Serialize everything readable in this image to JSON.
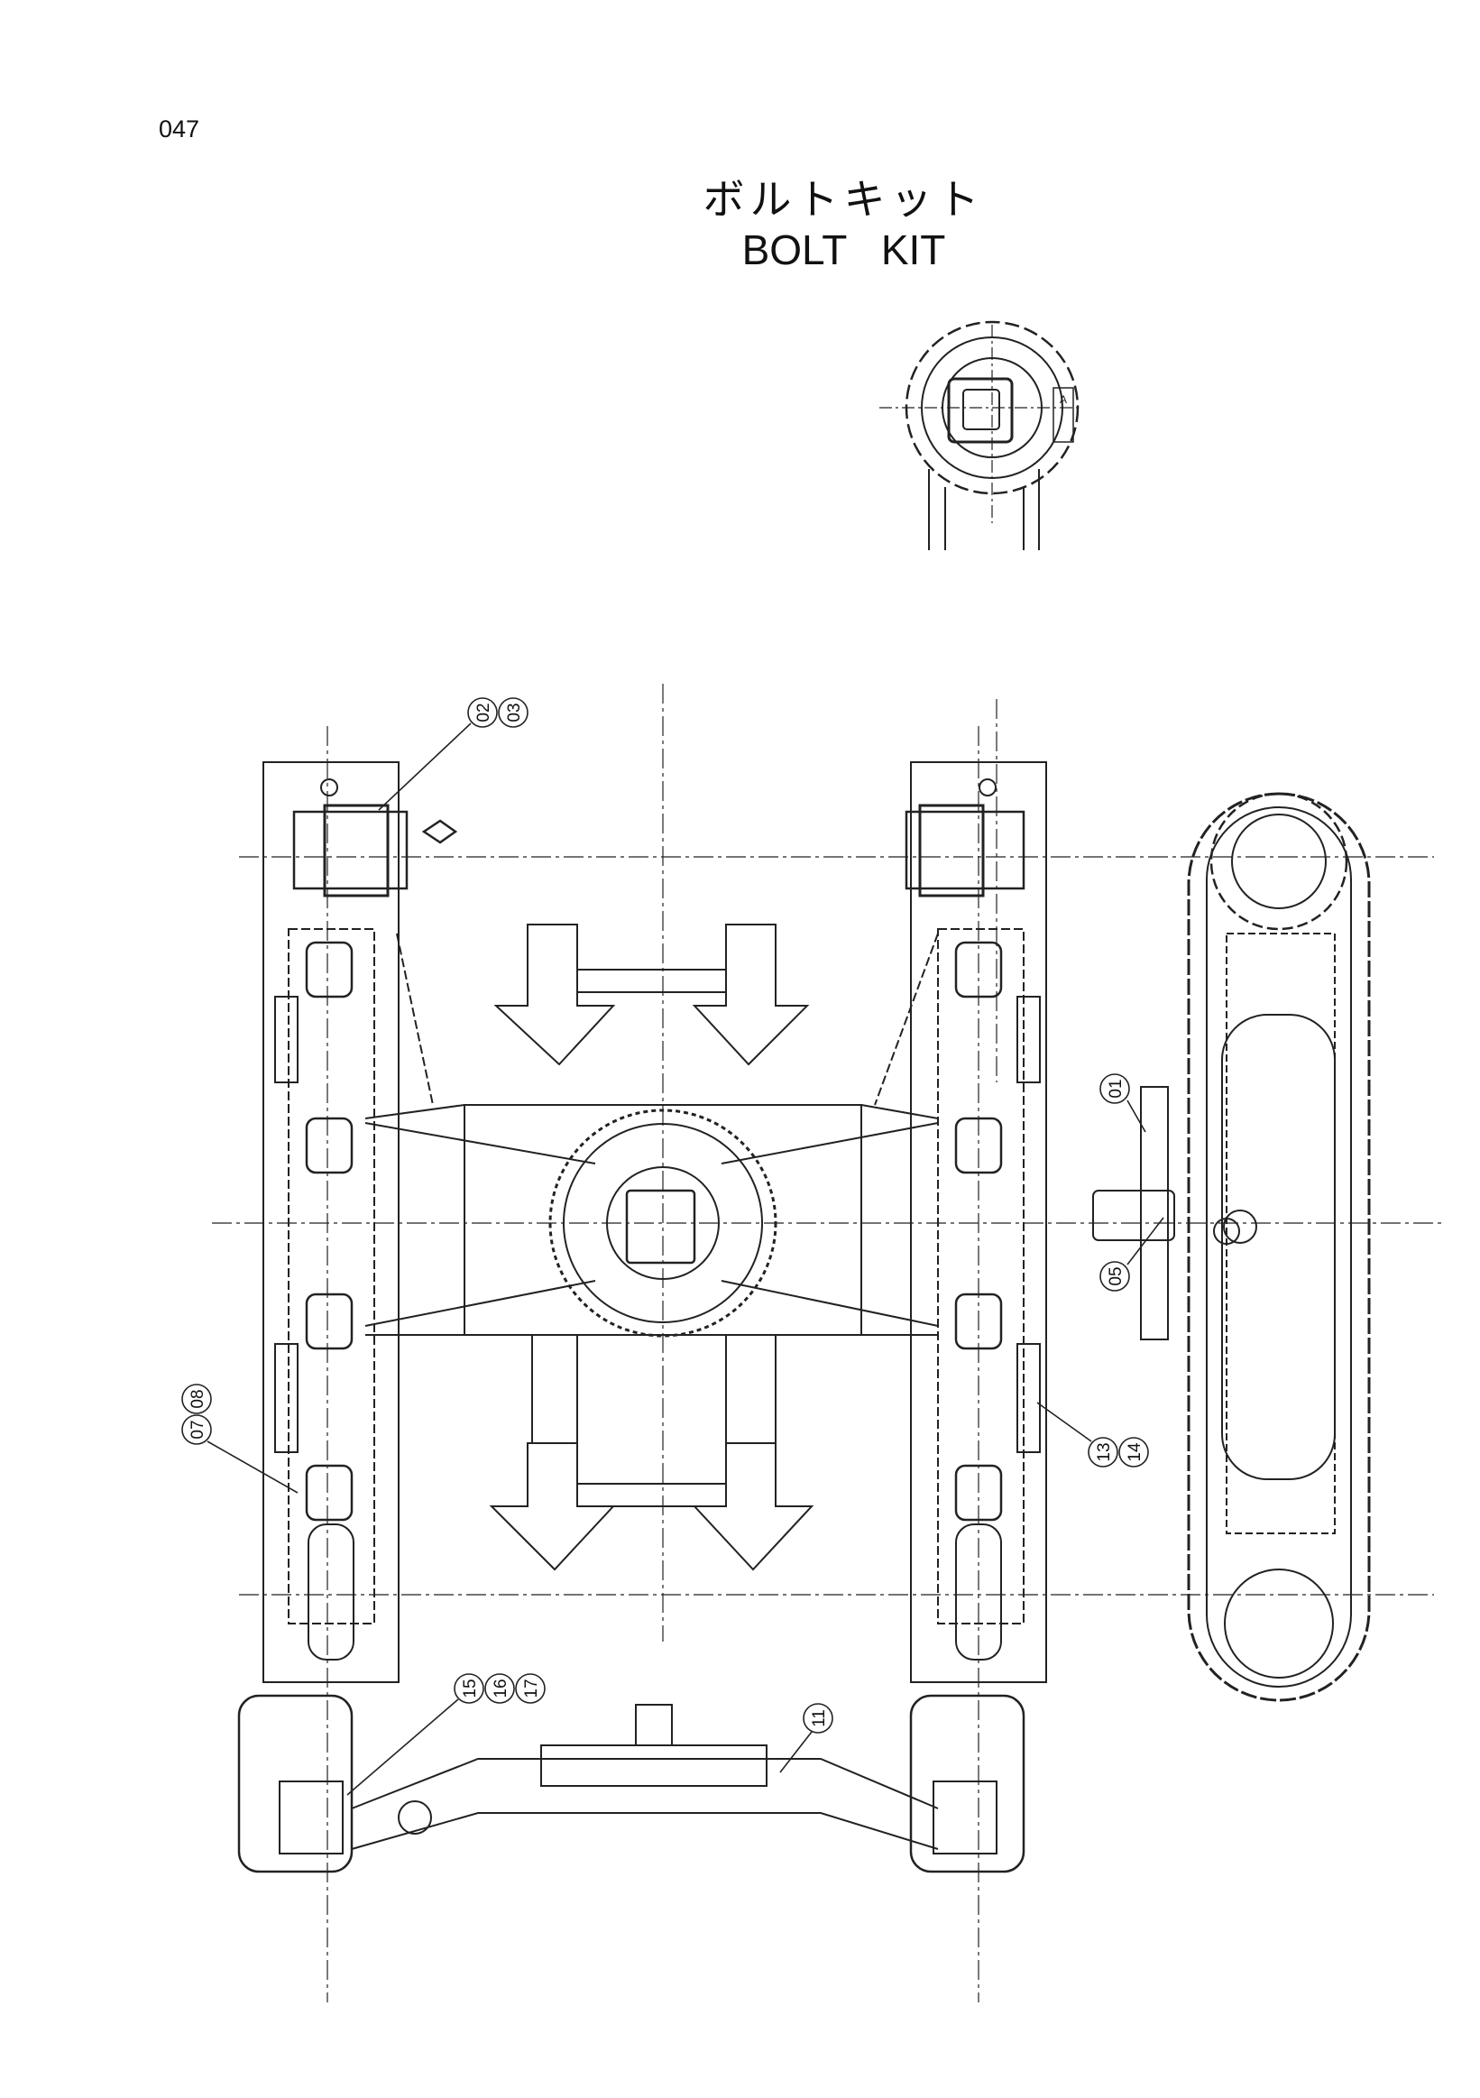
{
  "page": {
    "number": "047"
  },
  "title": {
    "japanese": "ボルトキット",
    "english": "BOLT   KIT"
  },
  "detail_view": {
    "label": "A"
  },
  "callouts": [
    {
      "id": "c02",
      "label": "02"
    },
    {
      "id": "c03",
      "label": "03"
    },
    {
      "id": "c01",
      "label": "01"
    },
    {
      "id": "c05",
      "label": "05"
    },
    {
      "id": "c07",
      "label": "07"
    },
    {
      "id": "c08",
      "label": "08"
    },
    {
      "id": "c13",
      "label": "13"
    },
    {
      "id": "c14",
      "label": "14"
    },
    {
      "id": "c15",
      "label": "15"
    },
    {
      "id": "c16",
      "label": "16"
    },
    {
      "id": "c17",
      "label": "17"
    },
    {
      "id": "c11",
      "label": "11"
    }
  ]
}
